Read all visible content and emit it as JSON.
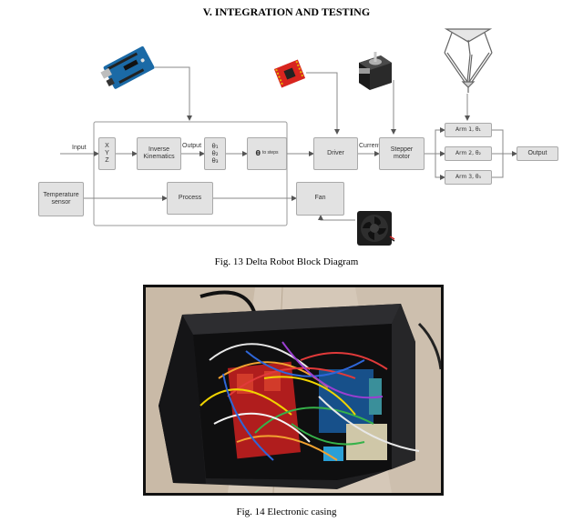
{
  "section_heading": "V.   INTEGRATION AND TESTING",
  "diagram": {
    "nodes": {
      "xyz": [
        "X",
        "Y",
        "Z"
      ],
      "inverse_kinematics": "Inverse Kinematics",
      "theta": [
        "θ₁",
        "θ₂",
        "θ₃"
      ],
      "theta_to_steps_symbol": "θ",
      "theta_to_steps_text": "to steps",
      "driver": "Driver",
      "stepper_motor": "Stepper motor",
      "arm1": "Arm 1, θ₁",
      "arm2": "Arm 2, θ₂",
      "arm3": "Arm 3, θ₃",
      "output": "Output",
      "temperature_sensor": "Temperature sensor",
      "process": "Process",
      "fan": "Fan"
    },
    "edge_labels": {
      "input": "Input",
      "output": "Output",
      "current": "Current"
    }
  },
  "figure13_caption": "Fig. 13 Delta Robot Block Diagram",
  "figure14_caption": "Fig. 14 Electronic casing",
  "icons": {
    "arduino": "arduino-board-icon",
    "driver_board": "stepper-driver-board-icon",
    "stepper": "stepper-motor-icon",
    "delta_robot": "delta-robot-icon",
    "fan": "cooling-fan-icon"
  }
}
